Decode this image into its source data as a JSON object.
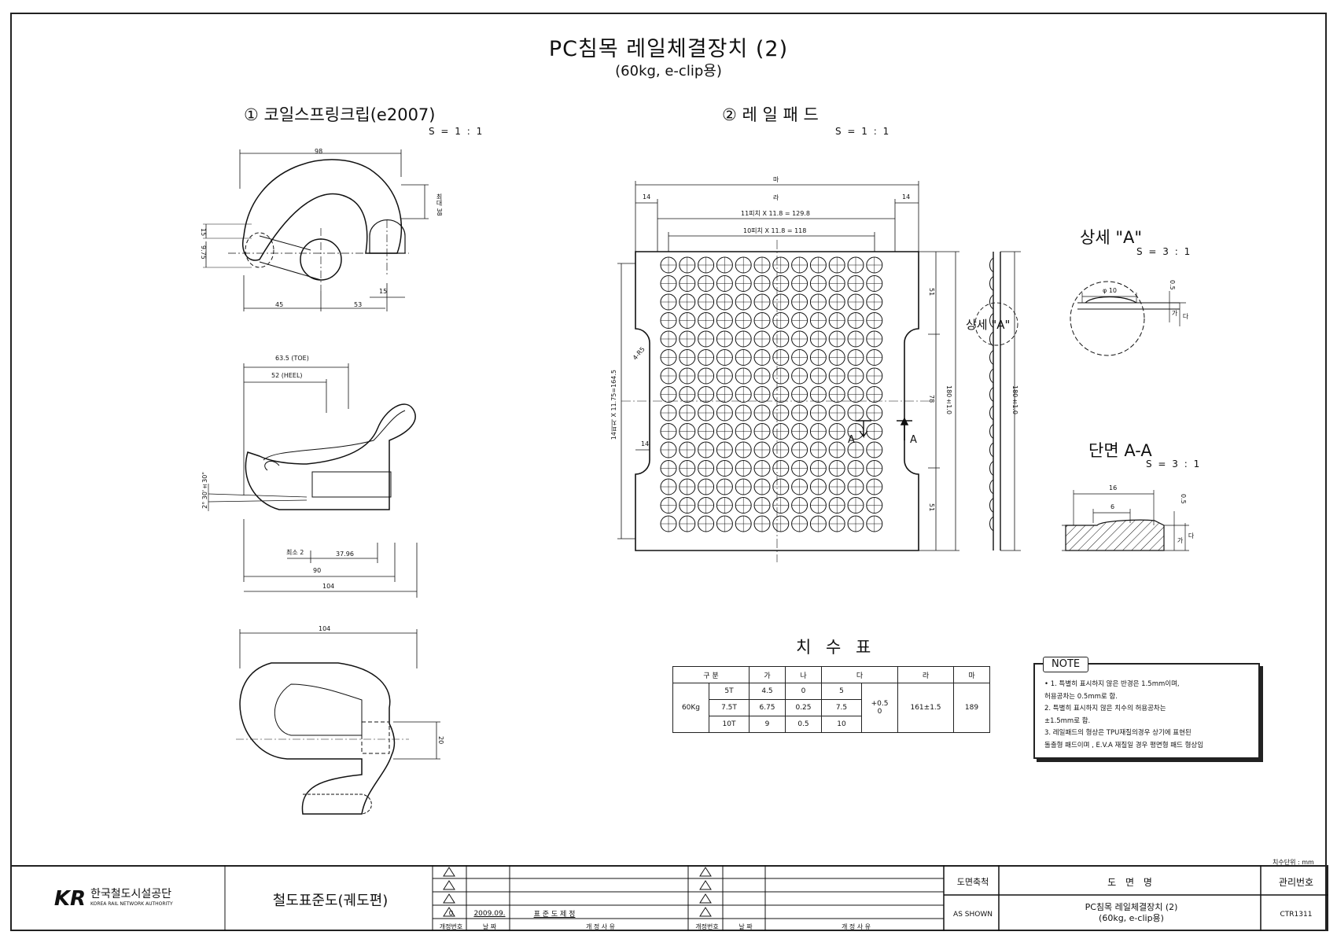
{
  "header": {
    "title": "PC침목 레일체결장치 (2)",
    "subtitle": "(60kg, e-clip용)"
  },
  "sections": {
    "clip": {
      "title": "① 코일스프링크립(e2007)",
      "scale": "S = 1 : 1"
    },
    "pad": {
      "title": "② 레 일 패 드",
      "scale": "S = 1 : 1"
    },
    "detailA": {
      "title": "상세 \"A\"",
      "scale": "S = 3 : 1"
    },
    "sectionAA": {
      "title": "단면 A-A",
      "scale": "S = 3 : 1"
    },
    "table": {
      "title": "치 수 표"
    }
  },
  "dims": {
    "clip_top": {
      "w98": "98",
      "h38": "최대 38",
      "h15": "15",
      "h9": "9.75",
      "w45": "45",
      "w53": "53",
      "w15": "15"
    },
    "clip_side": {
      "toe": "63.5 (TOE)",
      "heel": "52 (HEEL)",
      "angle": "2° 30'±30\"",
      "min2": "최소 2",
      "d37": "37.96",
      "w90": "90",
      "w104": "104"
    },
    "clip_bottom": {
      "w104": "104",
      "h20": "20"
    },
    "pad": {
      "ma": "마",
      "ra": "라",
      "l14a": "14",
      "l14b": "14",
      "p11": "11피치 X 11.8 = 129.8",
      "p10": "10피치 X 11.8 = 118",
      "p14": "14피치 X 11.75=164.5",
      "r5": "4-R5",
      "l14c": "14",
      "h51a": "51",
      "h78": "78",
      "h51b": "51",
      "h180": "180±1.0",
      "h180b": "180±1.0",
      "detail": "상세 \"A\"",
      "a1": "A",
      "a2": "A"
    },
    "detailA": {
      "phi": "φ 10",
      "t05": "0.5",
      "ga": "가",
      "da": "다"
    },
    "sectionAA": {
      "w16": "16",
      "w6": "6",
      "t05": "0.5",
      "ga": "가",
      "da": "다"
    }
  },
  "dim_table": {
    "headers": [
      "구 분",
      "가",
      "나",
      "다",
      "라",
      "마"
    ],
    "group": "60Kg",
    "rows": [
      {
        "t": "5T",
        "ga": "4.5",
        "na": "0",
        "da": "5"
      },
      {
        "t": "7.5T",
        "ga": "6.75",
        "na": "0.25",
        "da": "7.5"
      },
      {
        "t": "10T",
        "ga": "9",
        "na": "0.5",
        "da": "10"
      }
    ],
    "tol_top": "+0.5",
    "tol_bot": "0",
    "ra": "161±1.5",
    "ma": "189"
  },
  "note": {
    "label": "NOTE",
    "lines": [
      "• 1. 특별히 표시하지 않은 반경은 1.5mm이며,",
      "허용공차는 0.5mm로 함.",
      "2. 특별히 표시하지 않은 치수의 허용공차는",
      "±1.5mm로 함.",
      "3. 레일패드의 형상은 TPU재질의경우 상기에 표현된",
      "돌출형 패드이며 , E.V.A 재질일 경우 평면형 패드 형상임"
    ]
  },
  "unit_label": "치수단위 : mm",
  "titleblock": {
    "org_kr": "한국철도시설공단",
    "org_en": "KOREA RAIL NETWORK AUTHORITY",
    "logo": "KR",
    "book": "철도표준도(궤도편)",
    "rev_no": "0",
    "rev_date": "2009.09.",
    "rev_reason": "표 준 도 제 정",
    "h_revno": "개정번호",
    "h_date": "날 짜",
    "h_reason": "개 정 사 유",
    "h_revno2": "개정번호",
    "h_date2": "날 짜",
    "h_reason2": "개 정 사 유",
    "scale_label": "도면축척",
    "scale_value": "AS SHOWN",
    "name_label": "도 면 명",
    "name_line1": "PC침목 레일체결장치 (2)",
    "name_line2": "(60kg, e-clip용)",
    "mgmt_label": "관리번호",
    "mgmt_value": "CTR1311"
  }
}
